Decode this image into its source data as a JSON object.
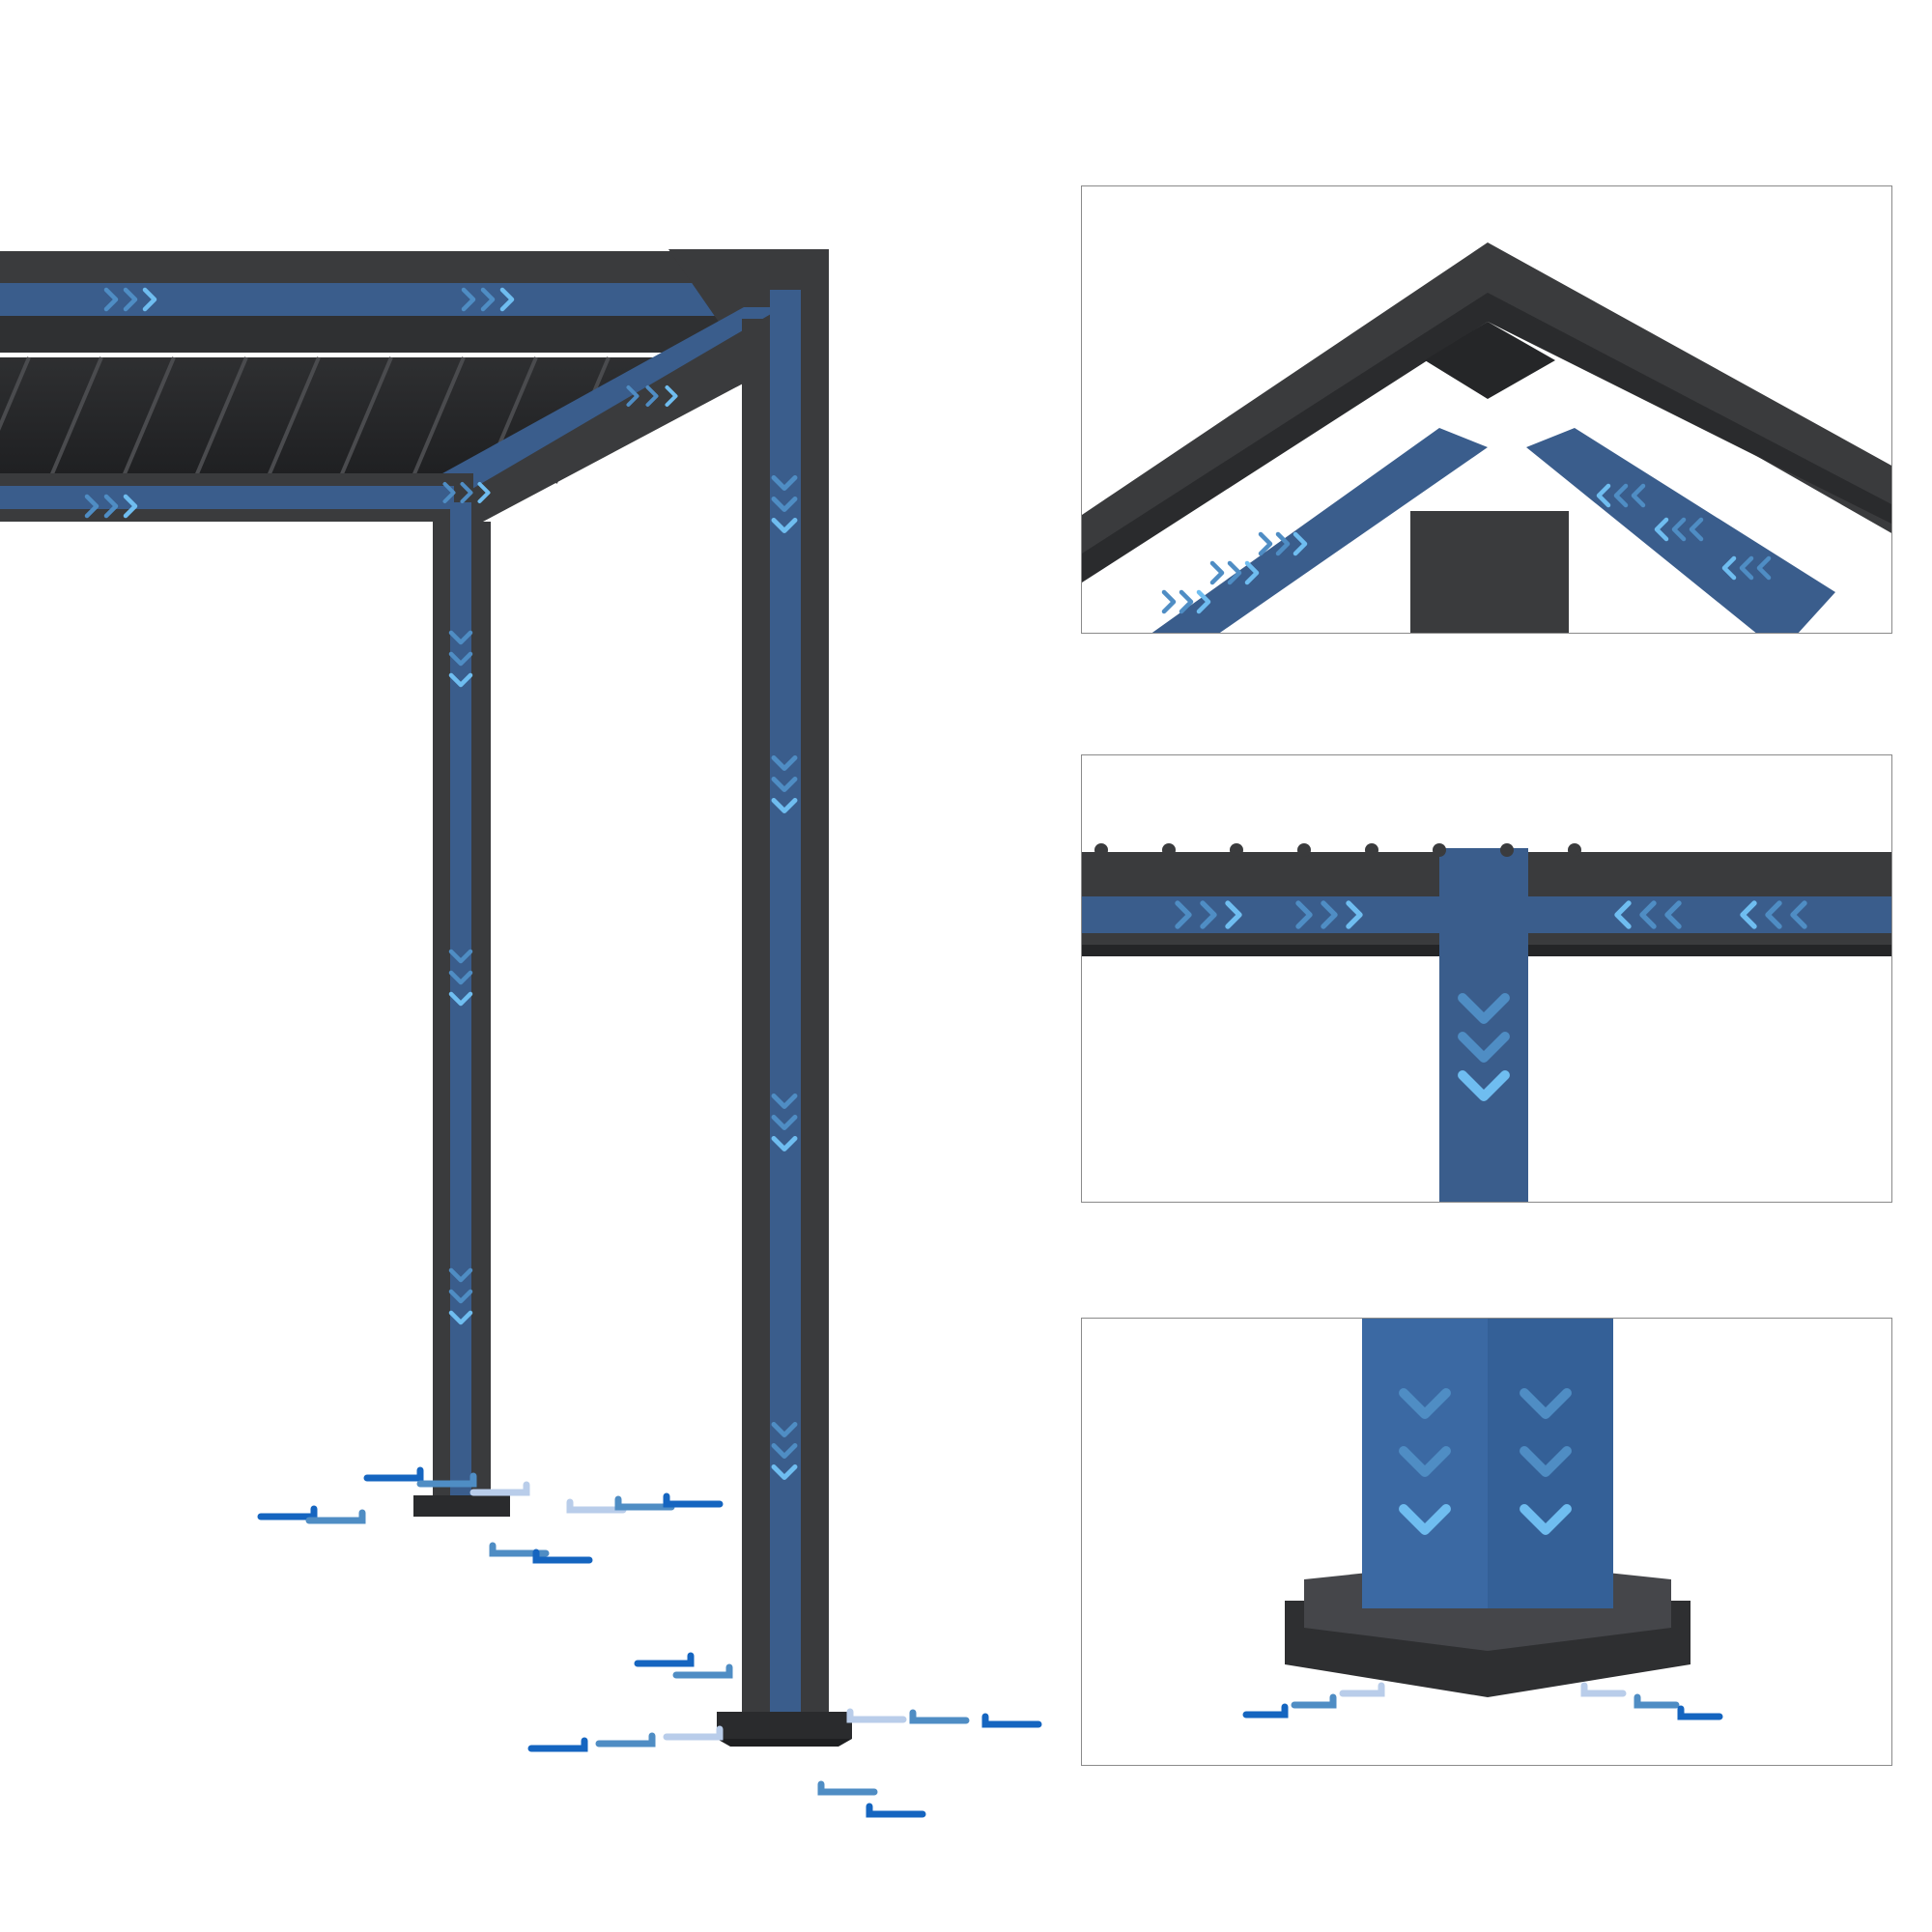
{
  "colors": {
    "frame": "#3a3b3d",
    "frame_dark": "#262729",
    "frame_light": "#4a4b4e",
    "channel": "#3a5d8c",
    "channel_light": "#4a72a8",
    "arrow_light": "#6fbdf0",
    "arrow_mid": "#4f8dc4",
    "arrow_faint": "#b9cdea",
    "arrow_deep": "#1565c0",
    "inset_border": "#8a8a8a",
    "background": "#ffffff"
  },
  "icons": {
    "flow_right": "chevron-right-icon",
    "flow_left": "chevron-left-icon",
    "flow_down": "chevron-down-icon",
    "drain_out": "drain-outflow-icon"
  },
  "panels": [
    {
      "id": "main",
      "content": "pergola-frame-water-flow"
    },
    {
      "id": "inset-1",
      "content": "corner-junction-detail"
    },
    {
      "id": "inset-2",
      "content": "beam-to-post-detail"
    },
    {
      "id": "inset-3",
      "content": "post-base-outlet-detail"
    }
  ]
}
